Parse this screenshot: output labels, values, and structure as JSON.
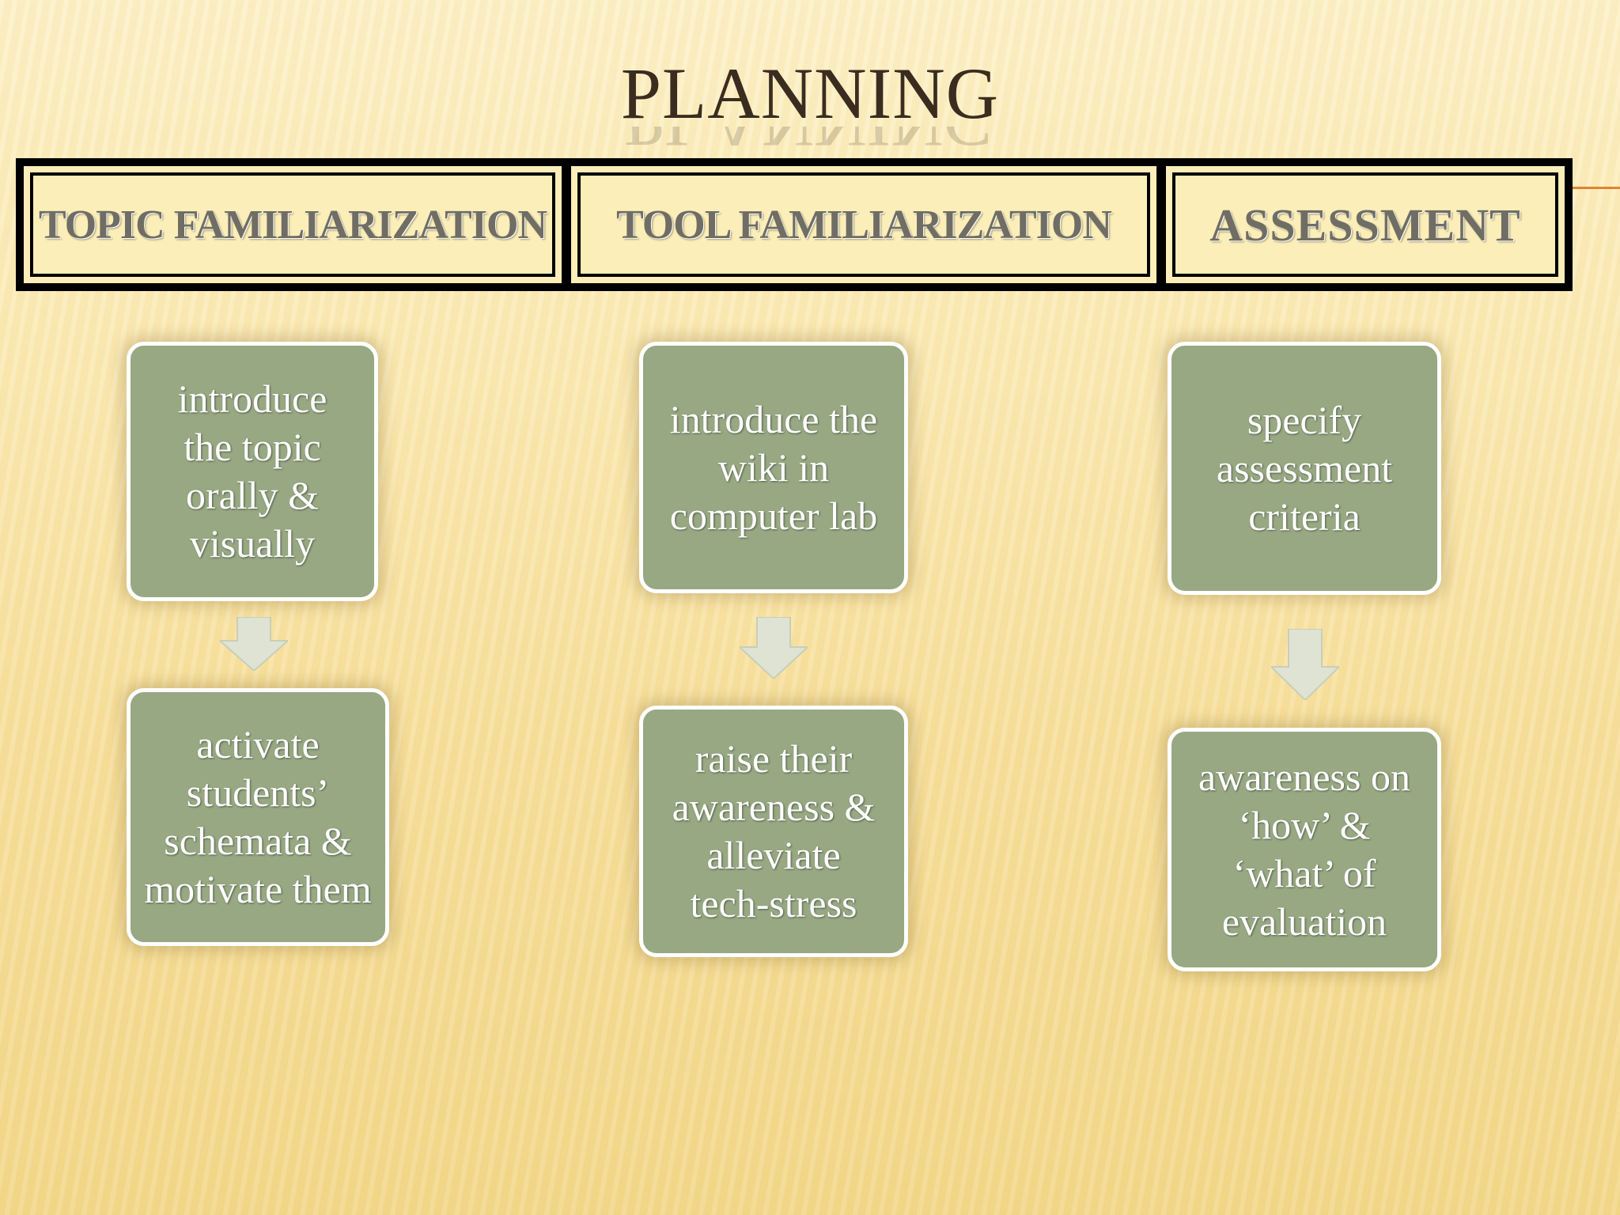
{
  "title": "PLANNING",
  "columns": [
    {
      "header": "TOPIC FAMILIARIZATION",
      "step1": "introduce the topic orally & visually",
      "step2": "activate students’ schemata & motivate them"
    },
    {
      "header": "TOOL FAMILIARIZATION",
      "step1": "introduce the wiki in computer lab",
      "step2": "raise their awareness & alleviate tech-stress"
    },
    {
      "header": "ASSESSMENT",
      "step1": "specify assessment criteria",
      "step2": "awareness on ‘how’ & ‘what’ of evaluation"
    }
  ],
  "colors": {
    "box_fill": "#97a883",
    "box_border": "#ffffff",
    "arrow_fill": "#dfe3d4",
    "title_color": "#3a2c1f",
    "accent": "#e2822f"
  },
  "icons": {
    "arrow": "arrow-down-icon"
  }
}
